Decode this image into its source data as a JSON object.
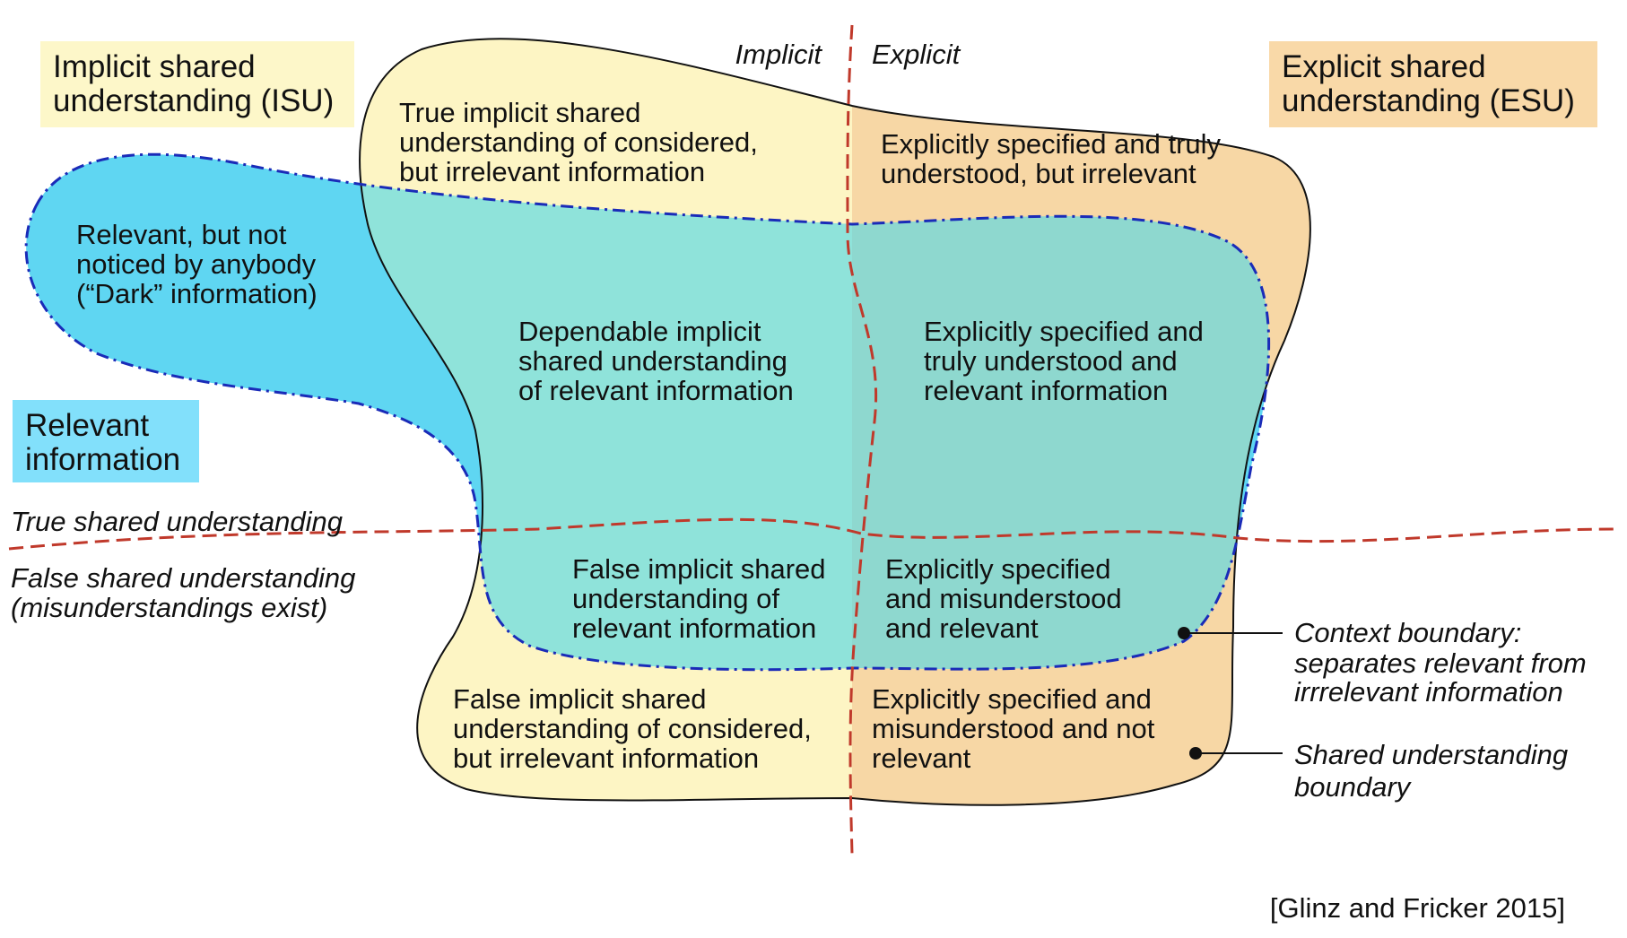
{
  "colors": {
    "isu_fill": "#fdf5c4",
    "esu_fill": "#f7d7a5",
    "relevant_fill": "#5fd6f2",
    "overlap_isu": "#8fe3da",
    "overlap_esu": "#8ed8cf",
    "context_stroke": "#1a2bb8",
    "axis_stroke": "#c0392b",
    "legend_isu": "#fdf7c9",
    "legend_esu": "#f9d9a8",
    "legend_rel": "#82e0fb"
  },
  "legend": {
    "isu": "Implicit shared understanding (ISU)",
    "esu": "Explicit shared understanding (ESU)",
    "relevant": "Relevant information"
  },
  "axis": {
    "implicit": "Implicit",
    "explicit": "Explicit",
    "true_shared": "True shared understanding",
    "false_shared": "False shared understanding",
    "false_shared_sub": "(misunderstandings exist)"
  },
  "regions": {
    "dark_info": [
      "Relevant, but not",
      "noticed by anybody",
      "(“Dark” information)"
    ],
    "true_implicit_irrelevant": [
      "True implicit shared",
      "understanding of considered,",
      "but irrelevant information"
    ],
    "explicit_true_irrelevant": [
      "Explicitly specified and truly",
      "understood, but irrelevant"
    ],
    "dependable_implicit": [
      "Dependable implicit",
      "shared understanding",
      "of relevant information"
    ],
    "explicit_true_relevant": [
      "Explicitly specified and",
      "truly understood and",
      "relevant information"
    ],
    "false_implicit_relevant": [
      "False implicit shared",
      "understanding of",
      "relevant information"
    ],
    "explicit_mis_relevant": [
      "Explicitly specified",
      "and misunderstood",
      "and relevant"
    ],
    "false_implicit_irrelevant": [
      "False implicit shared",
      "understanding of considered,",
      "but irrelevant information"
    ],
    "explicit_mis_irrelevant": [
      "Explicitly specified and",
      "misunderstood and not",
      "relevant"
    ]
  },
  "callouts": {
    "context_title": "Context boundary:",
    "context_sub": [
      "separates relevant from",
      "irrrelevant information"
    ],
    "shared_boundary": [
      "Shared understanding",
      "boundary"
    ]
  },
  "citation": "[Glinz and Fricker 2015]"
}
